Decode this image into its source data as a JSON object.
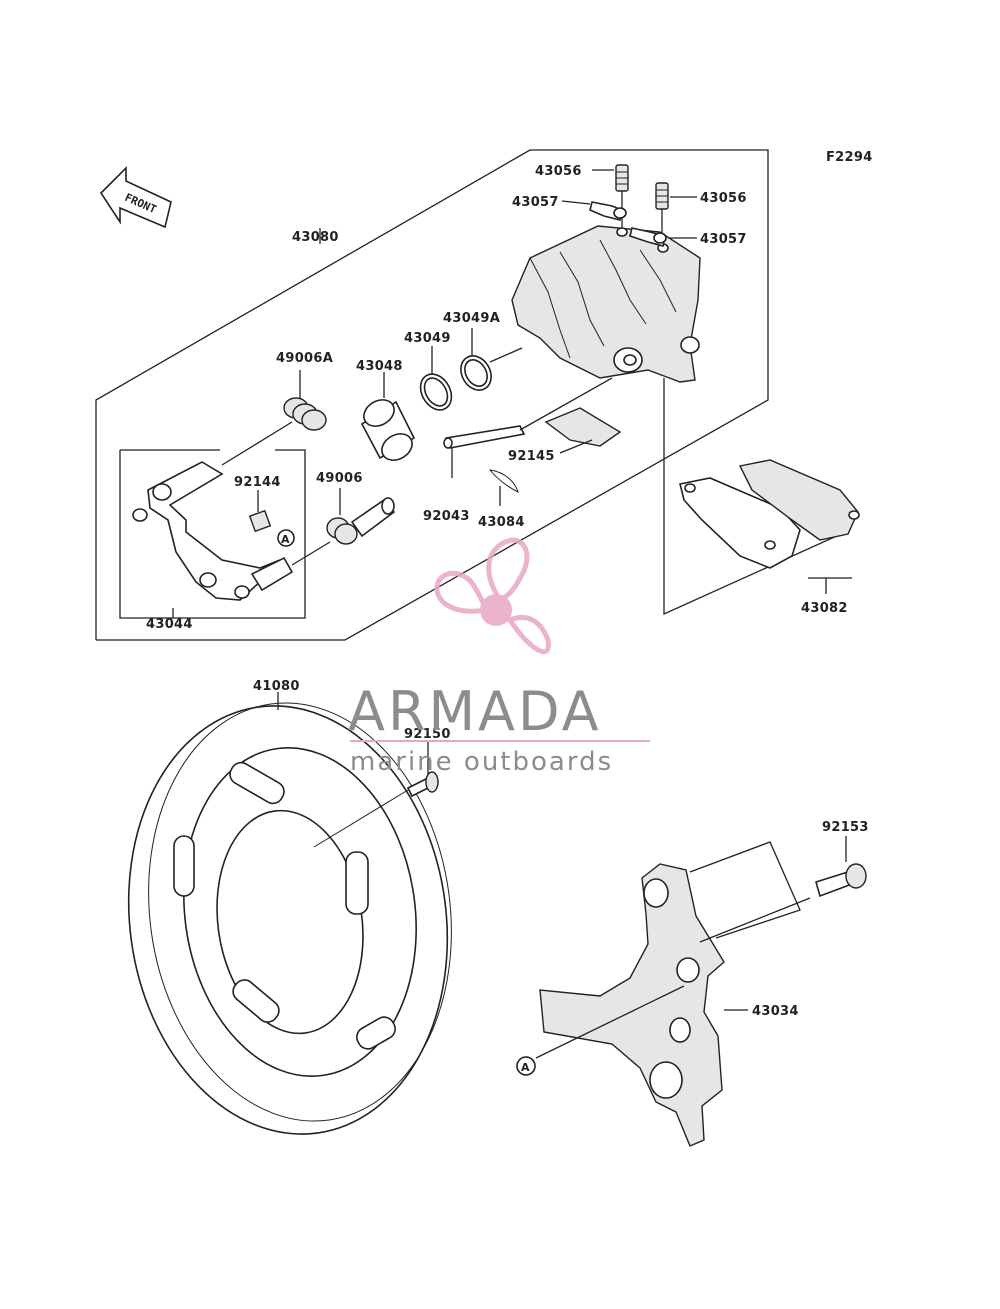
{
  "figure_code": "F2294",
  "front_arrow_label": "FRONT",
  "callout_letter": "A",
  "watermark": {
    "brand": "ARMADA",
    "tagline": "marine outboards",
    "brand_color": "#e8a6c6",
    "text_color": "#8c8c8c"
  },
  "labels": {
    "p43080": "43080",
    "p43056a": "43056",
    "p43056b": "43056",
    "p43057a": "43057",
    "p43057b": "43057",
    "p43049A": "43049A",
    "p43049": "43049",
    "p43048": "43048",
    "p49006A": "49006A",
    "p92144": "92144",
    "p49006": "49006",
    "p92145": "92145",
    "p92043": "92043",
    "p43084": "43084",
    "p43044": "43044",
    "p43082": "43082",
    "p41080": "41080",
    "p92150": "92150",
    "p92153": "92153",
    "p43034": "43034"
  }
}
